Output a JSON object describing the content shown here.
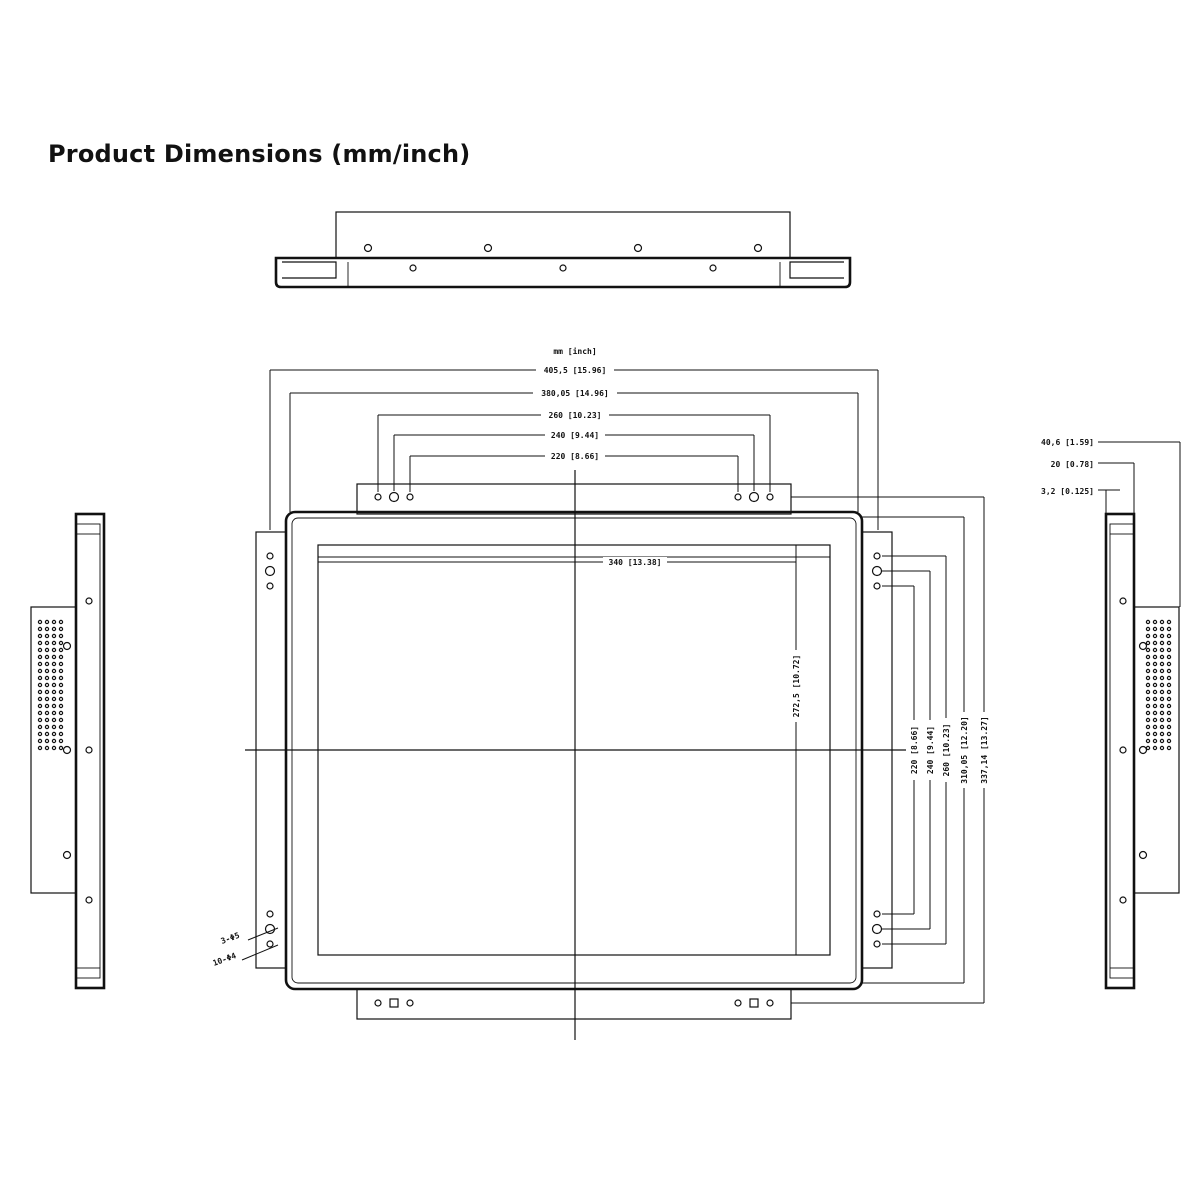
{
  "title": "Product Dimensions (mm/inch)",
  "dimensions": {
    "unit_header": "mm [inch]",
    "overall_width": "405,5 [15.96]",
    "width_2": "380,05 [14.96]",
    "hole_span_1": "260 [10.23]",
    "hole_span_2": "240 [9.44]",
    "hole_span_3": "220 [8.66]",
    "active_width": "340 [13.38]",
    "active_height": "272,5 [10.72]",
    "right_h_1": "220 [8.66]",
    "right_h_2": "240 [9.44]",
    "right_h_3": "260 [10.23]",
    "right_h_4": "310,05 [12.20]",
    "right_h_5": "337,14 [13.27]",
    "depth_total": "40,6 [1.59]",
    "depth_2": "20 [0.78]",
    "depth_3": "3,2 [0.125]",
    "hole_small": "3-Φ5",
    "hole_large": "10-Φ4"
  }
}
